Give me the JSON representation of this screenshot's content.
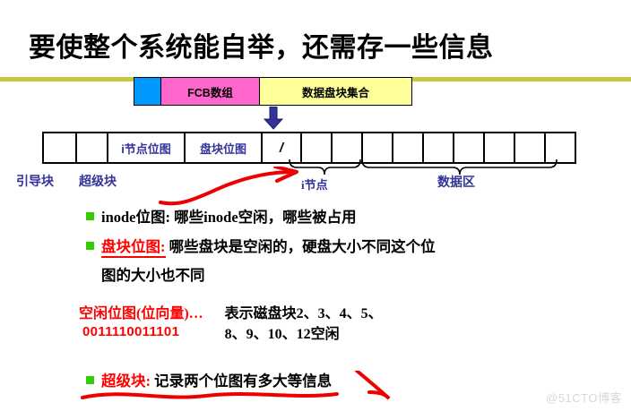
{
  "slide": {
    "title": "要使整个系统能自举，还需存一些信息",
    "watermark": "@51CTO博客",
    "accent_olive": "#c8c83c",
    "accent_red": "#ff0000",
    "accent_green": "#33cc00",
    "accent_navy": "#333399"
  },
  "colorbar": {
    "segments": [
      {
        "label": "",
        "color": "#0099ff",
        "name": "boot-segment"
      },
      {
        "label": "FCB数组",
        "color": "#ff66cc",
        "name": "fcb-array-segment"
      },
      {
        "label": "数据盘块集合",
        "color": "#ffff99",
        "name": "data-block-set-segment"
      }
    ]
  },
  "arrow": {
    "icon": "down-arrow-icon",
    "color": "#333399"
  },
  "blockrow": {
    "cells": [
      {
        "label": "",
        "kind": "small"
      },
      {
        "label": "",
        "kind": "small"
      },
      {
        "label": "i节点位图",
        "kind": "wide"
      },
      {
        "label": "盘块位图",
        "kind": "wide"
      },
      {
        "label": "/",
        "kind": "root"
      },
      {
        "label": "",
        "kind": "cell"
      },
      {
        "label": "",
        "kind": "cell"
      },
      {
        "label": "",
        "kind": "cell"
      },
      {
        "label": "",
        "kind": "cell"
      },
      {
        "label": "",
        "kind": "cell"
      },
      {
        "label": "",
        "kind": "cell"
      },
      {
        "label": "",
        "kind": "cell"
      },
      {
        "label": "",
        "kind": "cell"
      },
      {
        "label": "",
        "kind": "cell"
      }
    ],
    "labels": {
      "boot_block": "引导块",
      "super_block": "超级块",
      "inode_region": "i节点",
      "data_region": "数据区"
    }
  },
  "bullets": {
    "inode_bitmap": {
      "lead": "inode位图:",
      "body": " 哪些inode空闲，哪些被占用"
    },
    "disk_bitmap": {
      "lead": "盘块位图:",
      "body": " 哪些盘块是空闲的，硬盘大小不同这个位",
      "continuation": "图的大小也不同"
    },
    "super_block": {
      "lead": "超级块:",
      "body": " 记录两个位图有多大等信息"
    }
  },
  "free_bitmap_example": {
    "caption": "空闲位图(位向量)…",
    "bits": "0011110011101",
    "explain_line1": "表示磁盘块2、3、4、5、",
    "explain_line2": "8、9、10、12空闲"
  }
}
